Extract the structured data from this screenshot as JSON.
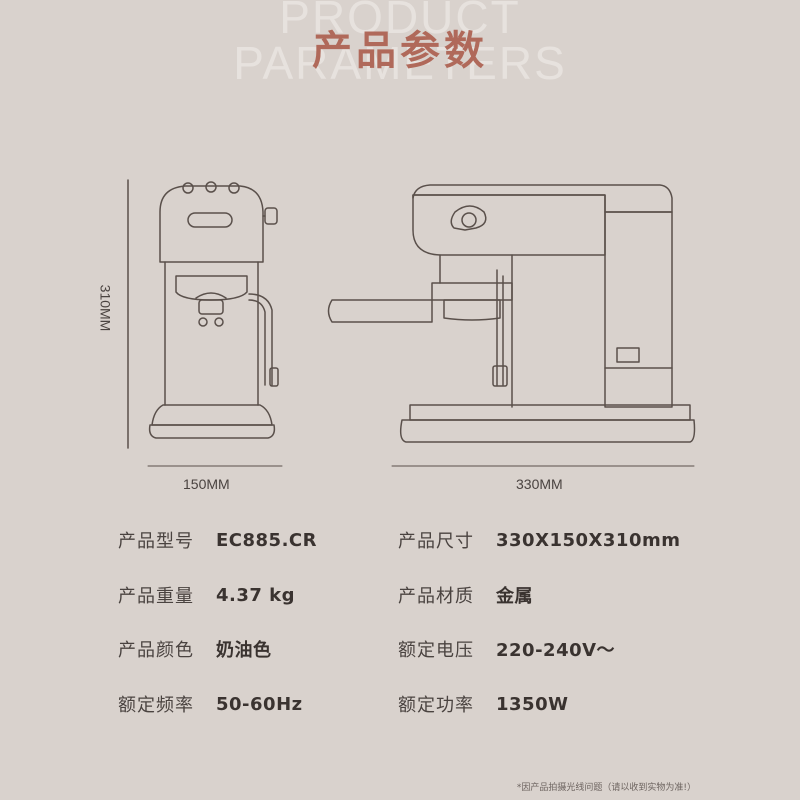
{
  "header": {
    "bg_line1": "PRODUCT",
    "bg_line2": "PARAMETERS",
    "title": "产品参数"
  },
  "dimensions": {
    "width_front": "150MM",
    "width_side": "330MM",
    "height": "310MM"
  },
  "specs": [
    {
      "key": "产品型号",
      "value": "EC885.CR"
    },
    {
      "key": "产品尺寸",
      "value": "330X150X310mm"
    },
    {
      "key": "产品重量",
      "value": "4.37 kg"
    },
    {
      "key": "产品材质",
      "value": "金属"
    },
    {
      "key": "产品颜色",
      "value": "奶油色"
    },
    {
      "key": "额定电压",
      "value": "220-240V～"
    },
    {
      "key": "额定频率",
      "value": "50-60Hz"
    },
    {
      "key": "额定功率",
      "value": "1350W"
    }
  ],
  "footnote": "*因产品拍摄光线问题（请以收到实物为准!）",
  "colors": {
    "background": "#d9d2cd",
    "title_accent": "#b0695a",
    "line": "#5a504b"
  }
}
